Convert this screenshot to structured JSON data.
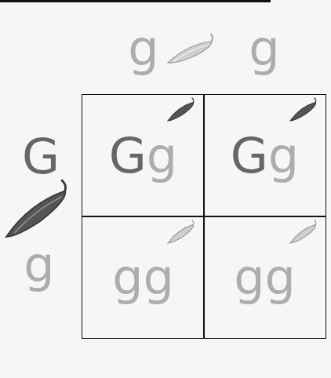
{
  "diagram": {
    "nodes": [
      {
        "text": [
          "Gg"
        ]
      },
      {
        "text": [
          "Gg"
        ]
      },
      {
        "text": [
          "gg"
        ]
      },
      {
        "text": [
          "gg"
        ]
      }
    ],
    "labels": [
      "g",
      "g",
      "G",
      "g"
    ]
  }
}
